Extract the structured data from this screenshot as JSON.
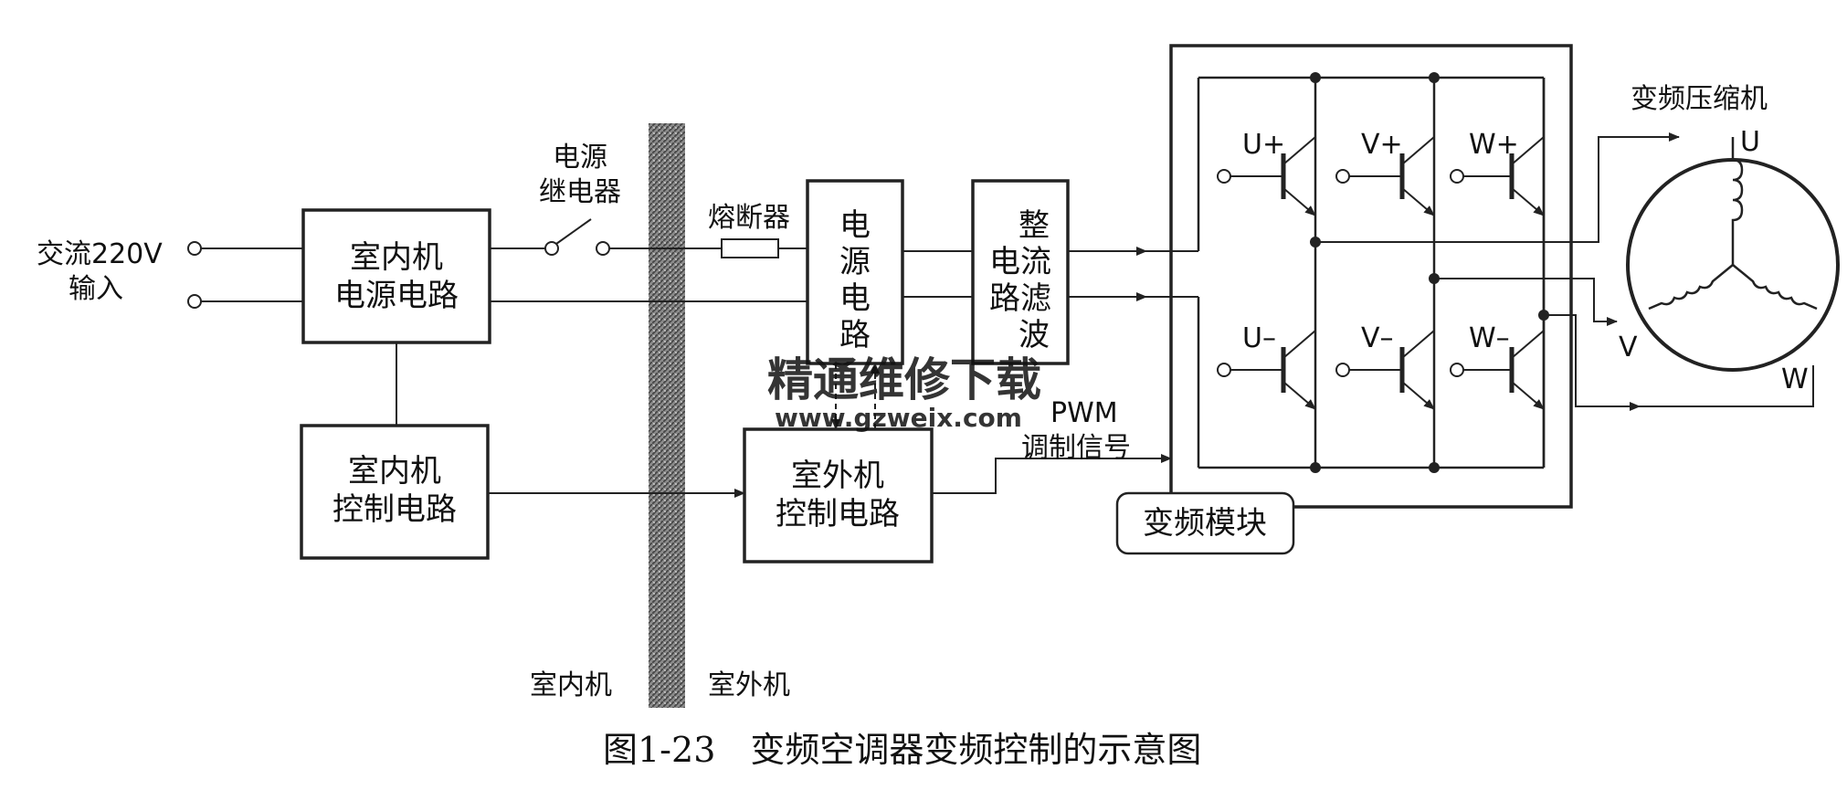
{
  "labels": {
    "ac_input_line1": "交流220V",
    "ac_input_line2": "输入",
    "indoor_power_line1": "室内机",
    "indoor_power_line2": "电源电路",
    "indoor_ctrl_line1": "室内机",
    "indoor_ctrl_line2": "控制电路",
    "relay_line1": "电源",
    "relay_line2": "继电器",
    "fuse": "熔断器",
    "power_circuit": [
      "电",
      "源",
      "电",
      "路"
    ],
    "rectifier": [
      "整",
      "电流",
      "路滤",
      "波"
    ],
    "outdoor_ctrl_line1": "室外机",
    "outdoor_ctrl_line2": "控制电路",
    "pwm_line1": "PWM",
    "pwm_line2": "调制信号",
    "inverter_module": "变频模块",
    "compressor": "变频压缩机",
    "igbt_labels": [
      "U+",
      "V+",
      "W+",
      "U–",
      "V–",
      "W–"
    ],
    "phase_u": "U",
    "phase_v": "V",
    "phase_w": "W",
    "indoor_side": "室内机",
    "outdoor_side": "室外机",
    "caption": "图1-23　变频空调器变频控制的示意图",
    "watermark_line1": "精通维修下载",
    "watermark_line2": "www.gzweix.com"
  },
  "colors": {
    "line": "#222222",
    "wall": "#707070",
    "watermark": "#f2a27a"
  }
}
